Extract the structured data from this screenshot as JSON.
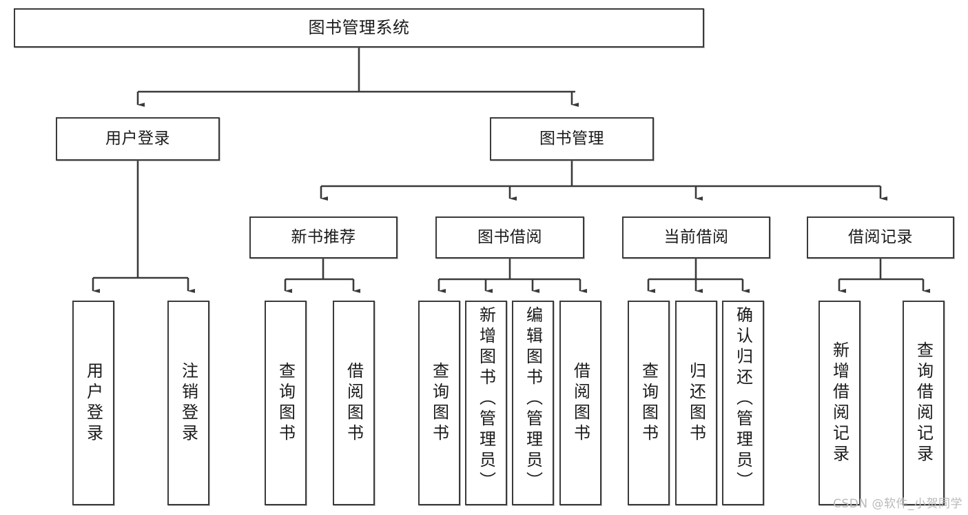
{
  "diagram": {
    "title_node": {
      "label": "图书管理系统"
    },
    "level2": [
      {
        "id": "user-login",
        "label": "用户登录"
      },
      {
        "id": "book-manage",
        "label": "图书管理"
      }
    ],
    "level3": [
      {
        "id": "new-book-recommend",
        "label": "新书推荐"
      },
      {
        "id": "book-borrow",
        "label": "图书借阅"
      },
      {
        "id": "current-borrow",
        "label": "当前借阅"
      },
      {
        "id": "borrow-record",
        "label": "借阅记录"
      }
    ],
    "leaves": {
      "user_login": [
        {
          "id": "leaf-user-login",
          "label": "用户登录"
        },
        {
          "id": "leaf-logout-login",
          "label": "注销登录"
        }
      ],
      "new_book_recommend": [
        {
          "id": "leaf-query-book-1",
          "label": "查询图书"
        },
        {
          "id": "leaf-borrow-book-1",
          "label": "借阅图书"
        }
      ],
      "book_borrow": [
        {
          "id": "leaf-query-book-2",
          "label": "查询图书"
        },
        {
          "id": "leaf-add-book",
          "label": "新增图书（管理员）"
        },
        {
          "id": "leaf-edit-book",
          "label": "编辑图书（管理员）"
        },
        {
          "id": "leaf-borrow-book-2",
          "label": "借阅图书"
        }
      ],
      "current_borrow": [
        {
          "id": "leaf-query-book-3",
          "label": "查询图书"
        },
        {
          "id": "leaf-return-book",
          "label": "归还图书"
        },
        {
          "id": "leaf-confirm-return",
          "label": "确认归还（管理员）"
        }
      ],
      "borrow_record": [
        {
          "id": "leaf-add-record",
          "label": "新增借阅记录"
        },
        {
          "id": "leaf-query-record",
          "label": "查询借阅记录"
        }
      ]
    },
    "watermark": "CSDN @软件_小贺同学",
    "colors": {
      "stroke": "#3a3a3a",
      "fill": "#ffffff",
      "text": "#1a1a1a",
      "watermark": "#b9b9b9"
    }
  }
}
